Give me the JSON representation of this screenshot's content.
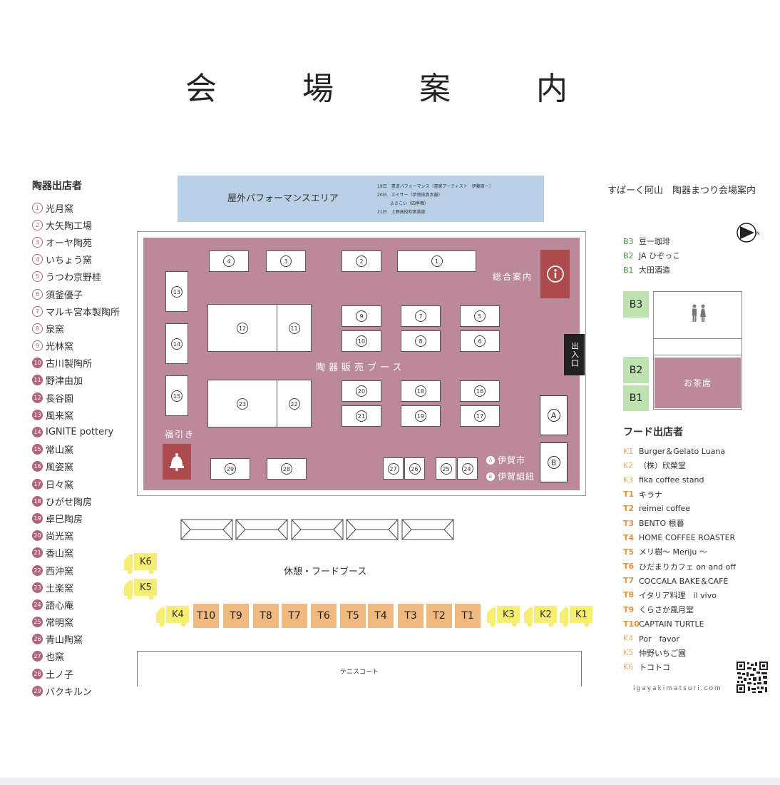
{
  "title": "会　場　案　内",
  "pottery": {
    "heading": "陶器出店者",
    "items": [
      {
        "n": "1",
        "name": "光月窯"
      },
      {
        "n": "2",
        "name": "大矢陶工場"
      },
      {
        "n": "3",
        "name": "オーヤ陶苑"
      },
      {
        "n": "4",
        "name": "いちょう窯"
      },
      {
        "n": "5",
        "name": "うつわ京野桂"
      },
      {
        "n": "6",
        "name": "須釜優子"
      },
      {
        "n": "7",
        "name": "マルキ宮本製陶所"
      },
      {
        "n": "8",
        "name": "泉窯"
      },
      {
        "n": "9",
        "name": "光林窯"
      },
      {
        "n": "10",
        "name": "古川製陶所"
      },
      {
        "n": "11",
        "name": "野津由加"
      },
      {
        "n": "12",
        "name": "長谷園"
      },
      {
        "n": "13",
        "name": "風来窯"
      },
      {
        "n": "14",
        "name": "IGNITE pottery"
      },
      {
        "n": "15",
        "name": "常山窯"
      },
      {
        "n": "16",
        "name": "風姿窯"
      },
      {
        "n": "17",
        "name": "日々窯"
      },
      {
        "n": "18",
        "name": "ひがせ陶房"
      },
      {
        "n": "19",
        "name": "卓巳陶房"
      },
      {
        "n": "20",
        "name": "尚光窯"
      },
      {
        "n": "21",
        "name": "香山窯"
      },
      {
        "n": "22",
        "name": "西沖窯"
      },
      {
        "n": "23",
        "name": "土楽窯"
      },
      {
        "n": "24",
        "name": "語心庵"
      },
      {
        "n": "25",
        "name": "常明窯"
      },
      {
        "n": "26",
        "name": "青山陶窯"
      },
      {
        "n": "27",
        "name": "也窯"
      },
      {
        "n": "28",
        "name": "土ノ子"
      },
      {
        "n": "29",
        "name": "バクキルン"
      }
    ]
  },
  "performance": {
    "area": "屋外パフォーマンスエリア",
    "lines": [
      "19日　書道パフォーマンス（書家アーティスト　伊藤周一）",
      "20日　エイサー（伊賀琉真太鼓）",
      "　　　よさこい（四季舞）",
      "21日　上野高校吹奏楽部"
    ]
  },
  "venue": {
    "sales_label": "陶器販売ブース",
    "info_label": "総合案内",
    "exit_label": "出入口",
    "lottery_label": "福引き",
    "booth_nums": {
      "b1": "1",
      "b2": "2",
      "b3": "3",
      "b4": "4",
      "b5": "5",
      "b6": "6",
      "b7": "7",
      "b8": "8",
      "b9": "9",
      "b10": "10",
      "b11": "11",
      "b12": "12",
      "b13": "13",
      "b14": "14",
      "b15": "15",
      "b16": "16",
      "b17": "17",
      "b18": "18",
      "b19": "19",
      "b20": "20",
      "b21": "21",
      "b22": "22",
      "b23": "23",
      "b24": "24",
      "b25": "25",
      "b26": "26",
      "b27": "27",
      "b28": "28",
      "b29": "29"
    },
    "zone_a": "A",
    "zone_b": "B",
    "zone_a_name": "伊賀市",
    "zone_b_name": "伊賀組紐"
  },
  "rest_label": "休憩・フードブース",
  "tennis_label": "テニスコート",
  "food_booths": {
    "T10": "T10",
    "T9": "T9",
    "T8": "T8",
    "T7": "T7",
    "T6": "T6",
    "T5": "T5",
    "T4": "T4",
    "T3": "T3",
    "T2": "T2",
    "T1": "T1",
    "K1": "K1",
    "K2": "K2",
    "K3": "K3",
    "K4": "K4",
    "K5": "K5",
    "K6": "K6"
  },
  "right": {
    "title": "すぱーく阿山　陶器まつり会場案内",
    "beverage": [
      {
        "code": "B3",
        "name": "豆一珈琲"
      },
      {
        "code": "B2",
        "name": "JA ひぞっこ"
      },
      {
        "code": "B1",
        "name": "大田酒造"
      }
    ],
    "tea_room": "お茶席",
    "food_heading": "フード出店者",
    "food": [
      {
        "code": "K1",
        "name": "Burger＆Gelato Luana"
      },
      {
        "code": "K2",
        "name": "（株）欣榮堂"
      },
      {
        "code": "K3",
        "name": "fika coffee stand"
      },
      {
        "code": "T1",
        "name": "キラナ"
      },
      {
        "code": "T2",
        "name": "reimei coffee"
      },
      {
        "code": "T3",
        "name": "BENTO 根暮"
      },
      {
        "code": "T4",
        "name": "HOME COFFEE ROASTER"
      },
      {
        "code": "T5",
        "name": "メリ樹～ Meriju ～"
      },
      {
        "code": "T6",
        "name": "ひだまりカフェ on and off"
      },
      {
        "code": "T7",
        "name": "COCCALA BAKE＆CAFÉ"
      },
      {
        "code": "T8",
        "name": "イタリア料理　il vivo"
      },
      {
        "code": "T9",
        "name": "くらさか風月堂"
      },
      {
        "code": "T10",
        "name": "CAPTAIN TURTLE"
      },
      {
        "code": "K4",
        "name": "Por　favor"
      },
      {
        "code": "K5",
        "name": "仲野いちご園"
      },
      {
        "code": "K6",
        "name": "トコトコ"
      }
    ],
    "site": "igayakimatsuri.com"
  },
  "colors": {
    "venue": "#bb8999",
    "perf": "#b9d0e6",
    "food_booth": "#f0b97d",
    "truck": "#f6ee73",
    "green_box": "#bfe2b1",
    "accent": "#ad4a4e",
    "k_code": "#e8b35a",
    "t_code": "#e8903a",
    "b_code": "#3c9a3c"
  },
  "icons": [
    "info-icon",
    "bell-icon",
    "restroom-icon",
    "north-arrow-icon",
    "qr-code-icon",
    "truck-icon",
    "tent-icon"
  ]
}
